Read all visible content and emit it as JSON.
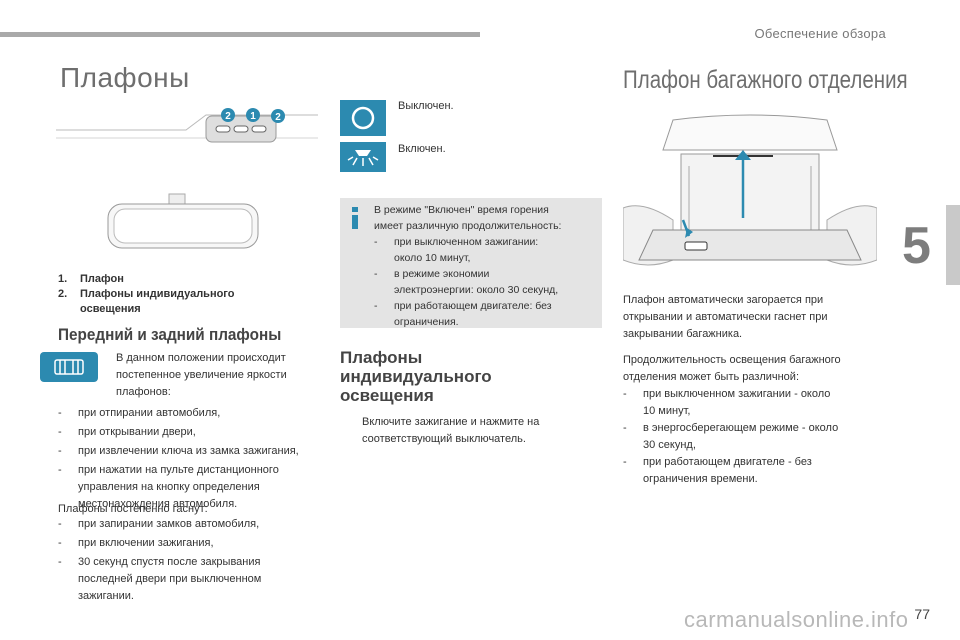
{
  "header": {
    "section_title": "Обеспечение обзора",
    "chapter_number": "5",
    "page_number": "77",
    "watermark": "carmanualsonline.info"
  },
  "left": {
    "title": "Плафоны",
    "figure_markers": [
      "2",
      "1",
      "2"
    ],
    "caption_items": [
      {
        "num": "1.",
        "text": "Плафон"
      },
      {
        "num": "2.",
        "text": "Плафоны индивидуального"
      },
      {
        "num": "",
        "text": "освещения"
      }
    ],
    "front_rear_title": "Передний и задний плафоны",
    "door_mode_text": [
      "В данном положении происходит",
      "постепенное увеличение яркости",
      "плафонов:"
    ],
    "on_list": [
      [
        "при отпирании автомобиля,"
      ],
      [
        "при открывании двери,"
      ],
      [
        "при извлечении ключа из замка зажигания,"
      ],
      [
        "при нажатии на пульте дистанционного",
        "управления на кнопку определения",
        "местонахождения автомобиля."
      ]
    ],
    "off_heading": "Плафоны постепенно гаснут:",
    "off_list": [
      [
        "при запирании замков автомобиля,"
      ],
      [
        "при включении зажигания,"
      ],
      [
        "30 секунд спустя после закрывания",
        "последней двери при выключенном",
        "зажигании."
      ]
    ]
  },
  "middle": {
    "off_label": "Выключен.",
    "on_label": "Включен.",
    "note_lines": [
      "В режиме \"Включен\" время горения",
      "имеет различную продолжительность:"
    ],
    "note_list": [
      [
        "при выключенном зажигании:",
        "около 10 минут,"
      ],
      [
        "в режиме экономии",
        "электроэнергии: около 30 секунд,"
      ],
      [
        "при работающем двигателе: без",
        "ограничения."
      ]
    ],
    "individual_title": [
      "Плафоны",
      "индивидуального",
      "освещения"
    ],
    "step_marker": "",
    "step_text": [
      "Включите зажигание и нажмите на",
      "соответствующий выключатель."
    ]
  },
  "right": {
    "title": "Плафон багажного отделения",
    "para1": [
      "Плафон автоматически загорается при",
      "открывании и автоматически гаснет при",
      "закрывании багажника."
    ],
    "para2": [
      "Продолжительность освещения багажного",
      "отделения может быть различной:"
    ],
    "list": [
      [
        "при выключенном зажигании - около",
        "10 минут,"
      ],
      [
        "в энергосберегающем режиме - около",
        "30 секунд,"
      ],
      [
        "при работающем двигателе - без",
        "ограничения времени."
      ]
    ]
  },
  "colors": {
    "accent": "#2c8ab0",
    "note_bg": "#e4e4e4",
    "title": "#6e6e6e"
  },
  "icons": {
    "off": "circle-off-icon",
    "on": "lamp-on-icon",
    "door": "door-mode-icon",
    "info": "info-icon"
  }
}
